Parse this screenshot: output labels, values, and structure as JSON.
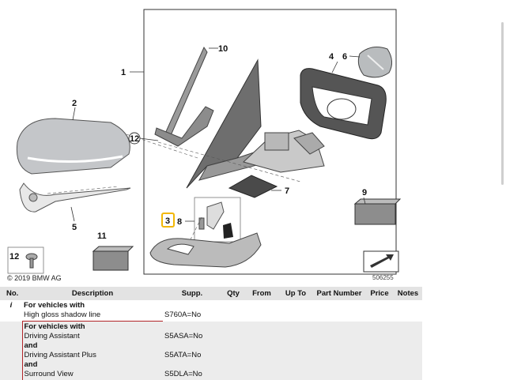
{
  "diagram": {
    "callouts": [
      "1",
      "2",
      "3",
      "4",
      "5",
      "6",
      "7",
      "8",
      "9",
      "10",
      "11",
      "12"
    ],
    "copyright": "© 2019 BMW AG",
    "ref_number": "506255",
    "highlight_color": "#f2b705"
  },
  "table": {
    "headers": {
      "no": "No.",
      "description": "Description",
      "supp": "Supp.",
      "qty": "Qty",
      "from": "From",
      "upto": "Up To",
      "part_number": "Part Number",
      "price": "Price",
      "notes": "Notes"
    },
    "row1": {
      "icon": "i",
      "title": "For vehicles with",
      "line1": "High gloss shadow line",
      "supp": "S760A=No"
    },
    "row2": {
      "title": "For vehicles with",
      "line1": "Driving Assistant",
      "supp1": "S5ASA=No",
      "and1": "and",
      "line2": "Driving Assistant Plus",
      "supp2": "S5ATA=No",
      "and2": "and",
      "line3": "Surround View",
      "supp3": "S5DLA=No"
    }
  }
}
